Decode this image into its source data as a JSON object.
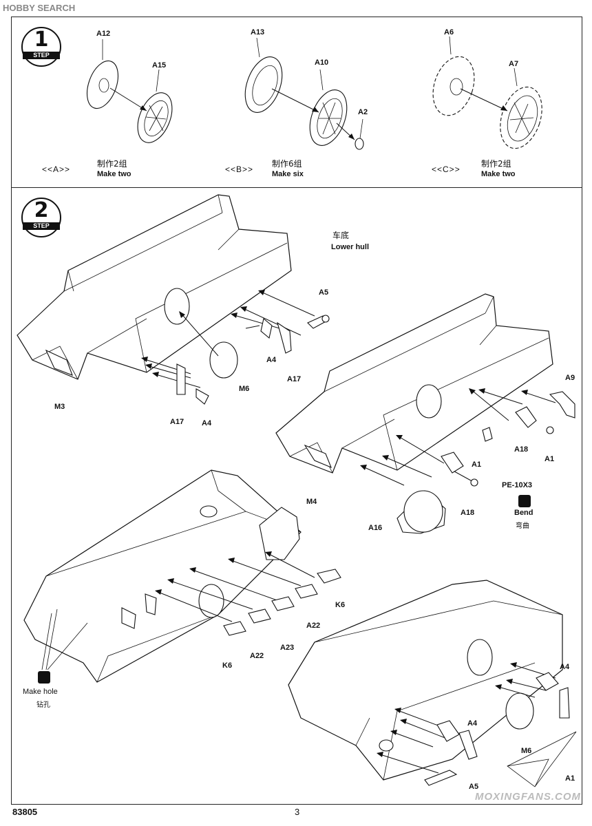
{
  "header": {
    "watermark_left": "HOBBY SEARCH"
  },
  "step1": {
    "badge": {
      "number": "1",
      "word": "STEP"
    },
    "groups": [
      {
        "tag": "<<A>>",
        "parts": [
          "A12",
          "A15"
        ],
        "cn": "制作2组",
        "en": "Make two"
      },
      {
        "tag": "<<B>>",
        "parts": [
          "A13",
          "A10",
          "A2"
        ],
        "cn": "制作6组",
        "en": "Make six"
      },
      {
        "tag": "<<C>>",
        "parts": [
          "A6",
          "A7"
        ],
        "cn": "制作2组",
        "en": "Make two"
      }
    ]
  },
  "step2": {
    "badge": {
      "number": "2",
      "word": "STEP"
    },
    "lower_hull_cn": "车底",
    "lower_hull_en": "Lower hull",
    "labels": {
      "a5_top": "A5",
      "a4_a": "A4",
      "a17_a": "A17",
      "m6_a": "M6",
      "m3": "M3",
      "a17_b": "A17",
      "a4_b": "A4",
      "a9": "A9",
      "a18_a": "A18",
      "a1_a": "A1",
      "a1_b": "A1",
      "a18_b": "A18",
      "m4": "M4",
      "a16": "A16",
      "pe": "PE-10X3",
      "k6_a": "K6",
      "a22_a": "A22",
      "a23": "A23",
      "a22_b": "A22",
      "k6_b": "K6",
      "a4_c": "A4",
      "a4_d": "A4",
      "m6_b": "M6",
      "a5_bot": "A5",
      "a17_c": "A1"
    },
    "bend": {
      "en": "Bend",
      "cn": "弯曲"
    },
    "make_hole": {
      "en": "Make hole",
      "cn": "钻孔"
    }
  },
  "footer": {
    "code": "83805",
    "page": "3"
  },
  "watermark_bottom": "MOXINGFANS.COM"
}
